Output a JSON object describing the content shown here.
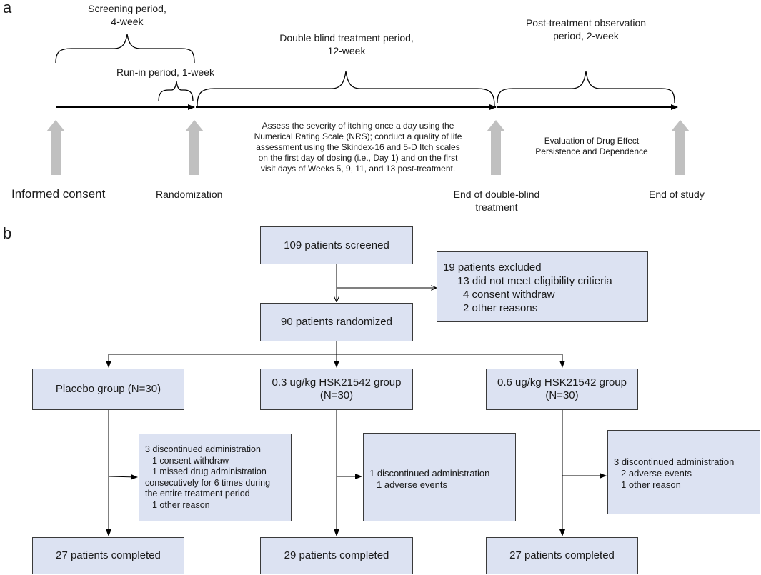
{
  "panel_a": {
    "label": "a",
    "screening": [
      "Screening period,",
      "4-week"
    ],
    "runin": "Run-in period, 1-week",
    "double_blind": [
      "Double blind treatment period,",
      "12-week"
    ],
    "post_treatment": [
      "Post-treatment observation",
      "period, 2-week"
    ],
    "assess_text": [
      "Assess the severity of itching once a day using the",
      "Numerical Rating Scale (NRS); conduct a quality of life",
      "assessment using the Skindex-16 and 5-D Itch scales",
      "on the first day of dosing (i.e., Day 1) and on the first",
      "visit days of Weeks 5, 9, 11, and 13 post-treatment."
    ],
    "evaluation_text": [
      "Evaluation of Drug Effect",
      "Persistence and Dependence"
    ],
    "milestones": {
      "informed_consent": "Informed consent",
      "randomization": "Randomization",
      "end_double_blind": [
        "End of double-blind",
        "treatment"
      ],
      "end_study": "End of study"
    }
  },
  "panel_b": {
    "label": "b",
    "screened": "109 patients screened",
    "excluded": [
      "19 patients excluded",
      "13 did not meet eligibility critieria",
      "4 consent withdraw",
      "2 other reasons"
    ],
    "randomized": "90 patients randomized",
    "groups": [
      {
        "name": [
          "Placebo group (N=30)"
        ],
        "discontinued": [
          "3 discontinued administration",
          "1 consent withdraw",
          "1 missed drug administration",
          "consecutively for 6 times during",
          "the entire treatment period",
          "1 other reason"
        ],
        "completed": "27 patients completed"
      },
      {
        "name": [
          "0.3 ug/kg HSK21542 group",
          "(N=30)"
        ],
        "discontinued": [
          "1 discontinued administration",
          "1 adverse events"
        ],
        "completed": "29 patients completed"
      },
      {
        "name": [
          "0.6 ug/kg HSK21542 group",
          "(N=30)"
        ],
        "discontinued": [
          "3 discontinued administration",
          "2 adverse events",
          "1 other reason"
        ],
        "completed": "27 patients completed"
      }
    ]
  },
  "colors": {
    "box_fill": "#dce2f2",
    "arrow_gray": "#c0c0c0",
    "line": "#000000"
  }
}
